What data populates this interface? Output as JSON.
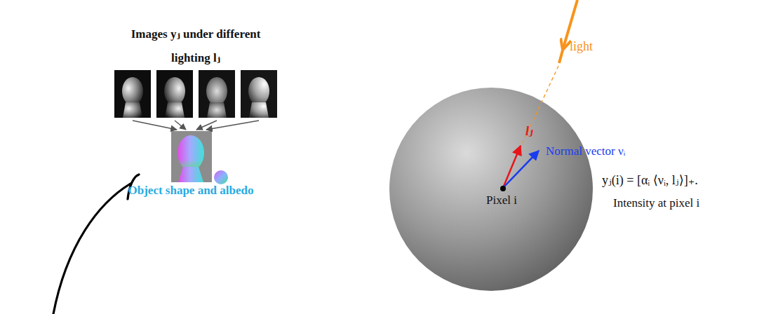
{
  "diagram": {
    "nodes": [
      {
        "text": [
          "Images yⱼ under different lighting lⱼ"
        ]
      },
      {
        "text": [
          "Object shape and albedo"
        ]
      },
      {
        "text": [
          "Pixel i"
        ]
      }
    ],
    "edges": [
      {
        "from": 0,
        "to": 1,
        "arrow": "to"
      },
      {
        "from": 0,
        "to": 1,
        "arrow": "to"
      },
      {
        "from": 0,
        "to": 1,
        "arrow": "to"
      },
      {
        "from": 0,
        "to": 1,
        "arrow": "to"
      }
    ],
    "labels": [
      "light",
      "lⱼ",
      "Normal vector νᵢ",
      "yⱼ(i) = [αᵢ ⟨νᵢ, lⱼ⟩]₊.",
      "Intensity at pixel i"
    ]
  }
}
